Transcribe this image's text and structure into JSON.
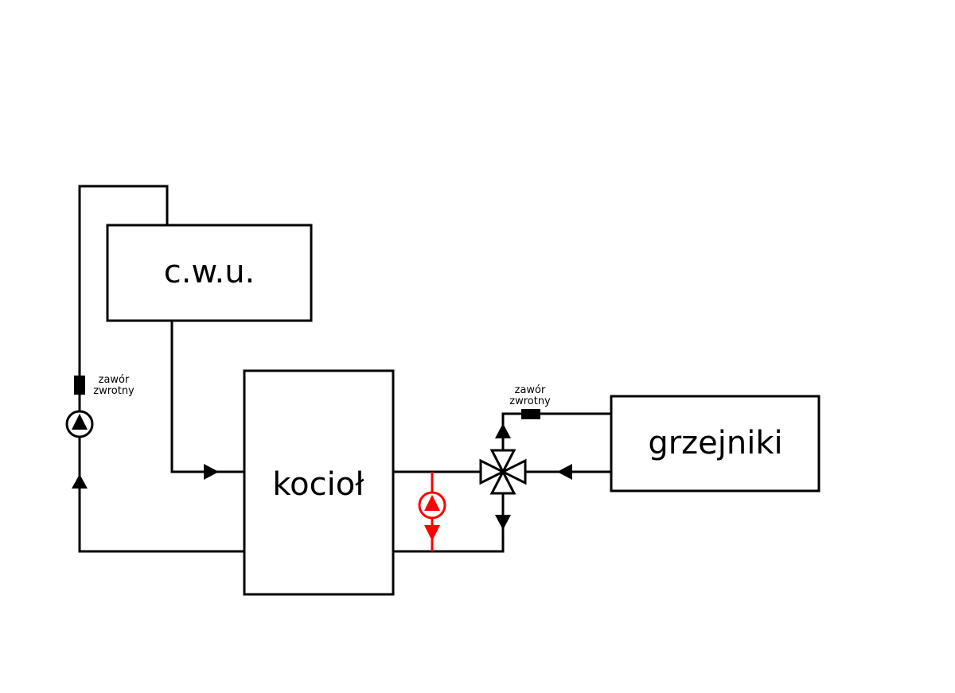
{
  "labels": {
    "cwu": "c.w.u.",
    "kociol": "kocioł",
    "grzejniki": "grzejniki",
    "check_valve_left_line1": "zawór",
    "check_valve_left_line2": "zwrotny",
    "check_valve_right_line1": "zawór",
    "check_valve_right_line2": "zwrotny"
  },
  "colors": {
    "line": "#000000",
    "highlight_pump": "#ff0000"
  },
  "icons": [
    "pump-icon",
    "check-valve-icon",
    "four-way-valve-icon",
    "flow-arrow-icon"
  ]
}
